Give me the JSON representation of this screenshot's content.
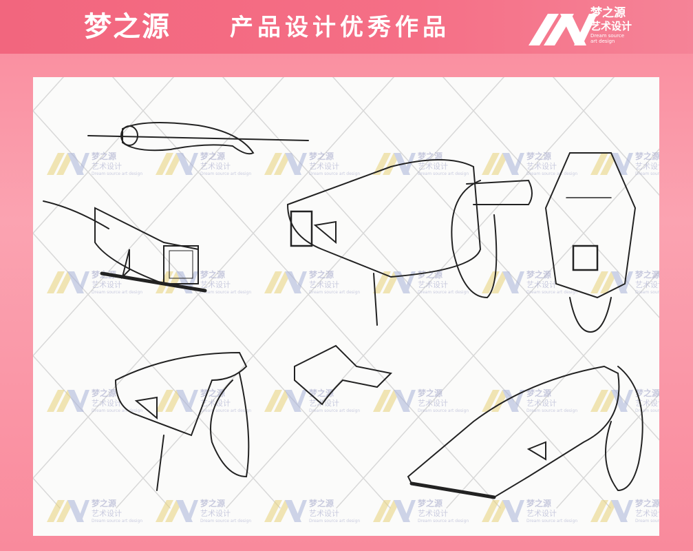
{
  "header": {
    "brand": "梦之源",
    "title": "产品设计优秀作品"
  },
  "logo": {
    "name_cn": "梦之源",
    "subtitle_cn": "艺术设计",
    "name_en": "Dream source",
    "subtitle_en": "art design"
  },
  "watermark": {
    "name_cn": "梦之源",
    "subtitle_cn": "艺术设计",
    "name_en": "Dream source art design"
  },
  "colors": {
    "header": "#f2667e",
    "background": "#fba3b1",
    "paper": "#fbfbfa",
    "watermark": "#e8d27a"
  }
}
